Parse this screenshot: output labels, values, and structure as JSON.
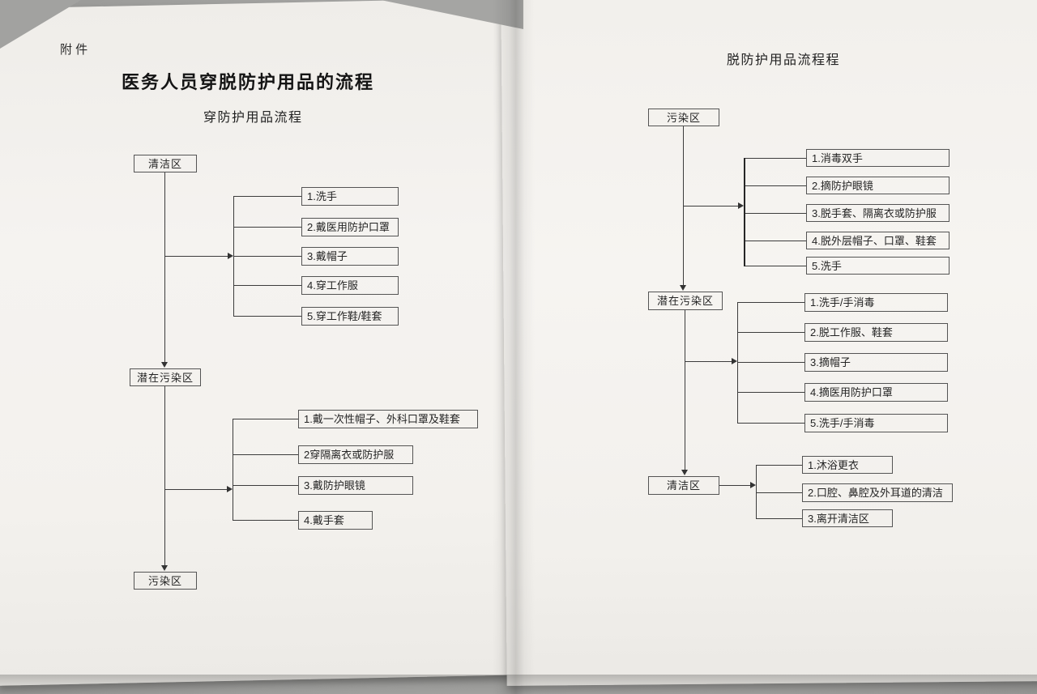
{
  "colors": {
    "background": "#a6a6a4",
    "paper": "#f4f2ef",
    "line": "#3c3c3c",
    "box_border": "#545454",
    "text": "#242424"
  },
  "left_page": {
    "attachment_label": "附 件",
    "title": "医务人员穿脱防护用品的流程",
    "subtitle": "穿防护用品流程",
    "zone_clean": "清洁区",
    "zone_potential": "潜在污染区",
    "zone_contaminated": "污染区",
    "group1_items": [
      "1.洗手",
      "2.戴医用防护口罩",
      "3.戴帽子",
      "4.穿工作服",
      "5.穿工作鞋/鞋套"
    ],
    "group2_items": [
      "1.戴一次性帽子、外科口罩及鞋套",
      "2穿隔离衣或防护服",
      "3.戴防护眼镜",
      "4.戴手套"
    ]
  },
  "right_page": {
    "title": "脱防护用品流程程",
    "zone_contaminated": "污染区",
    "zone_potential": "潜在污染区",
    "zone_clean": "清洁区",
    "group1_items": [
      "1.消毒双手",
      "2.摘防护眼镜",
      "3.脱手套、隔离衣或防护服",
      "4.脱外层帽子、口罩、鞋套",
      "5.洗手"
    ],
    "group2_items": [
      "1.洗手/手消毒",
      "2.脱工作服、鞋套",
      "3.摘帽子",
      "4.摘医用防护口罩",
      "5.洗手/手消毒"
    ],
    "group3_items": [
      "1.沐浴更衣",
      "2.口腔、鼻腔及外耳道的清洁",
      "3.离开清洁区"
    ]
  }
}
